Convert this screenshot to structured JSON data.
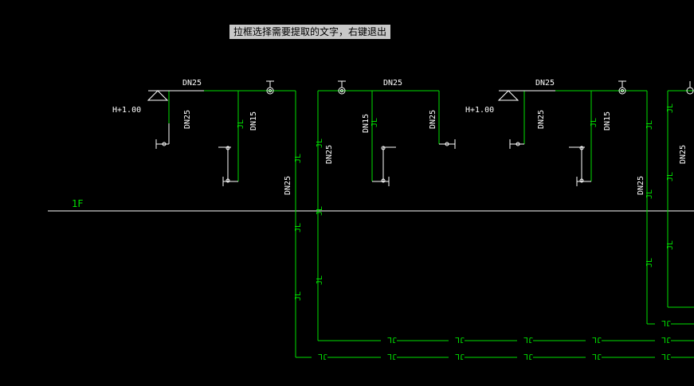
{
  "prompt": {
    "text": "拉框选择需要提取的文字，右键退出"
  },
  "labels": {
    "floor": "1F",
    "elevation": "H+1.00",
    "dn25": "DN25",
    "dn15": "DN15",
    "jl": "JL"
  },
  "colors": {
    "background": "#000000",
    "pipe": "#00e000",
    "fixture": "#ffffff",
    "prompt_bg": "#c8c8c8"
  }
}
